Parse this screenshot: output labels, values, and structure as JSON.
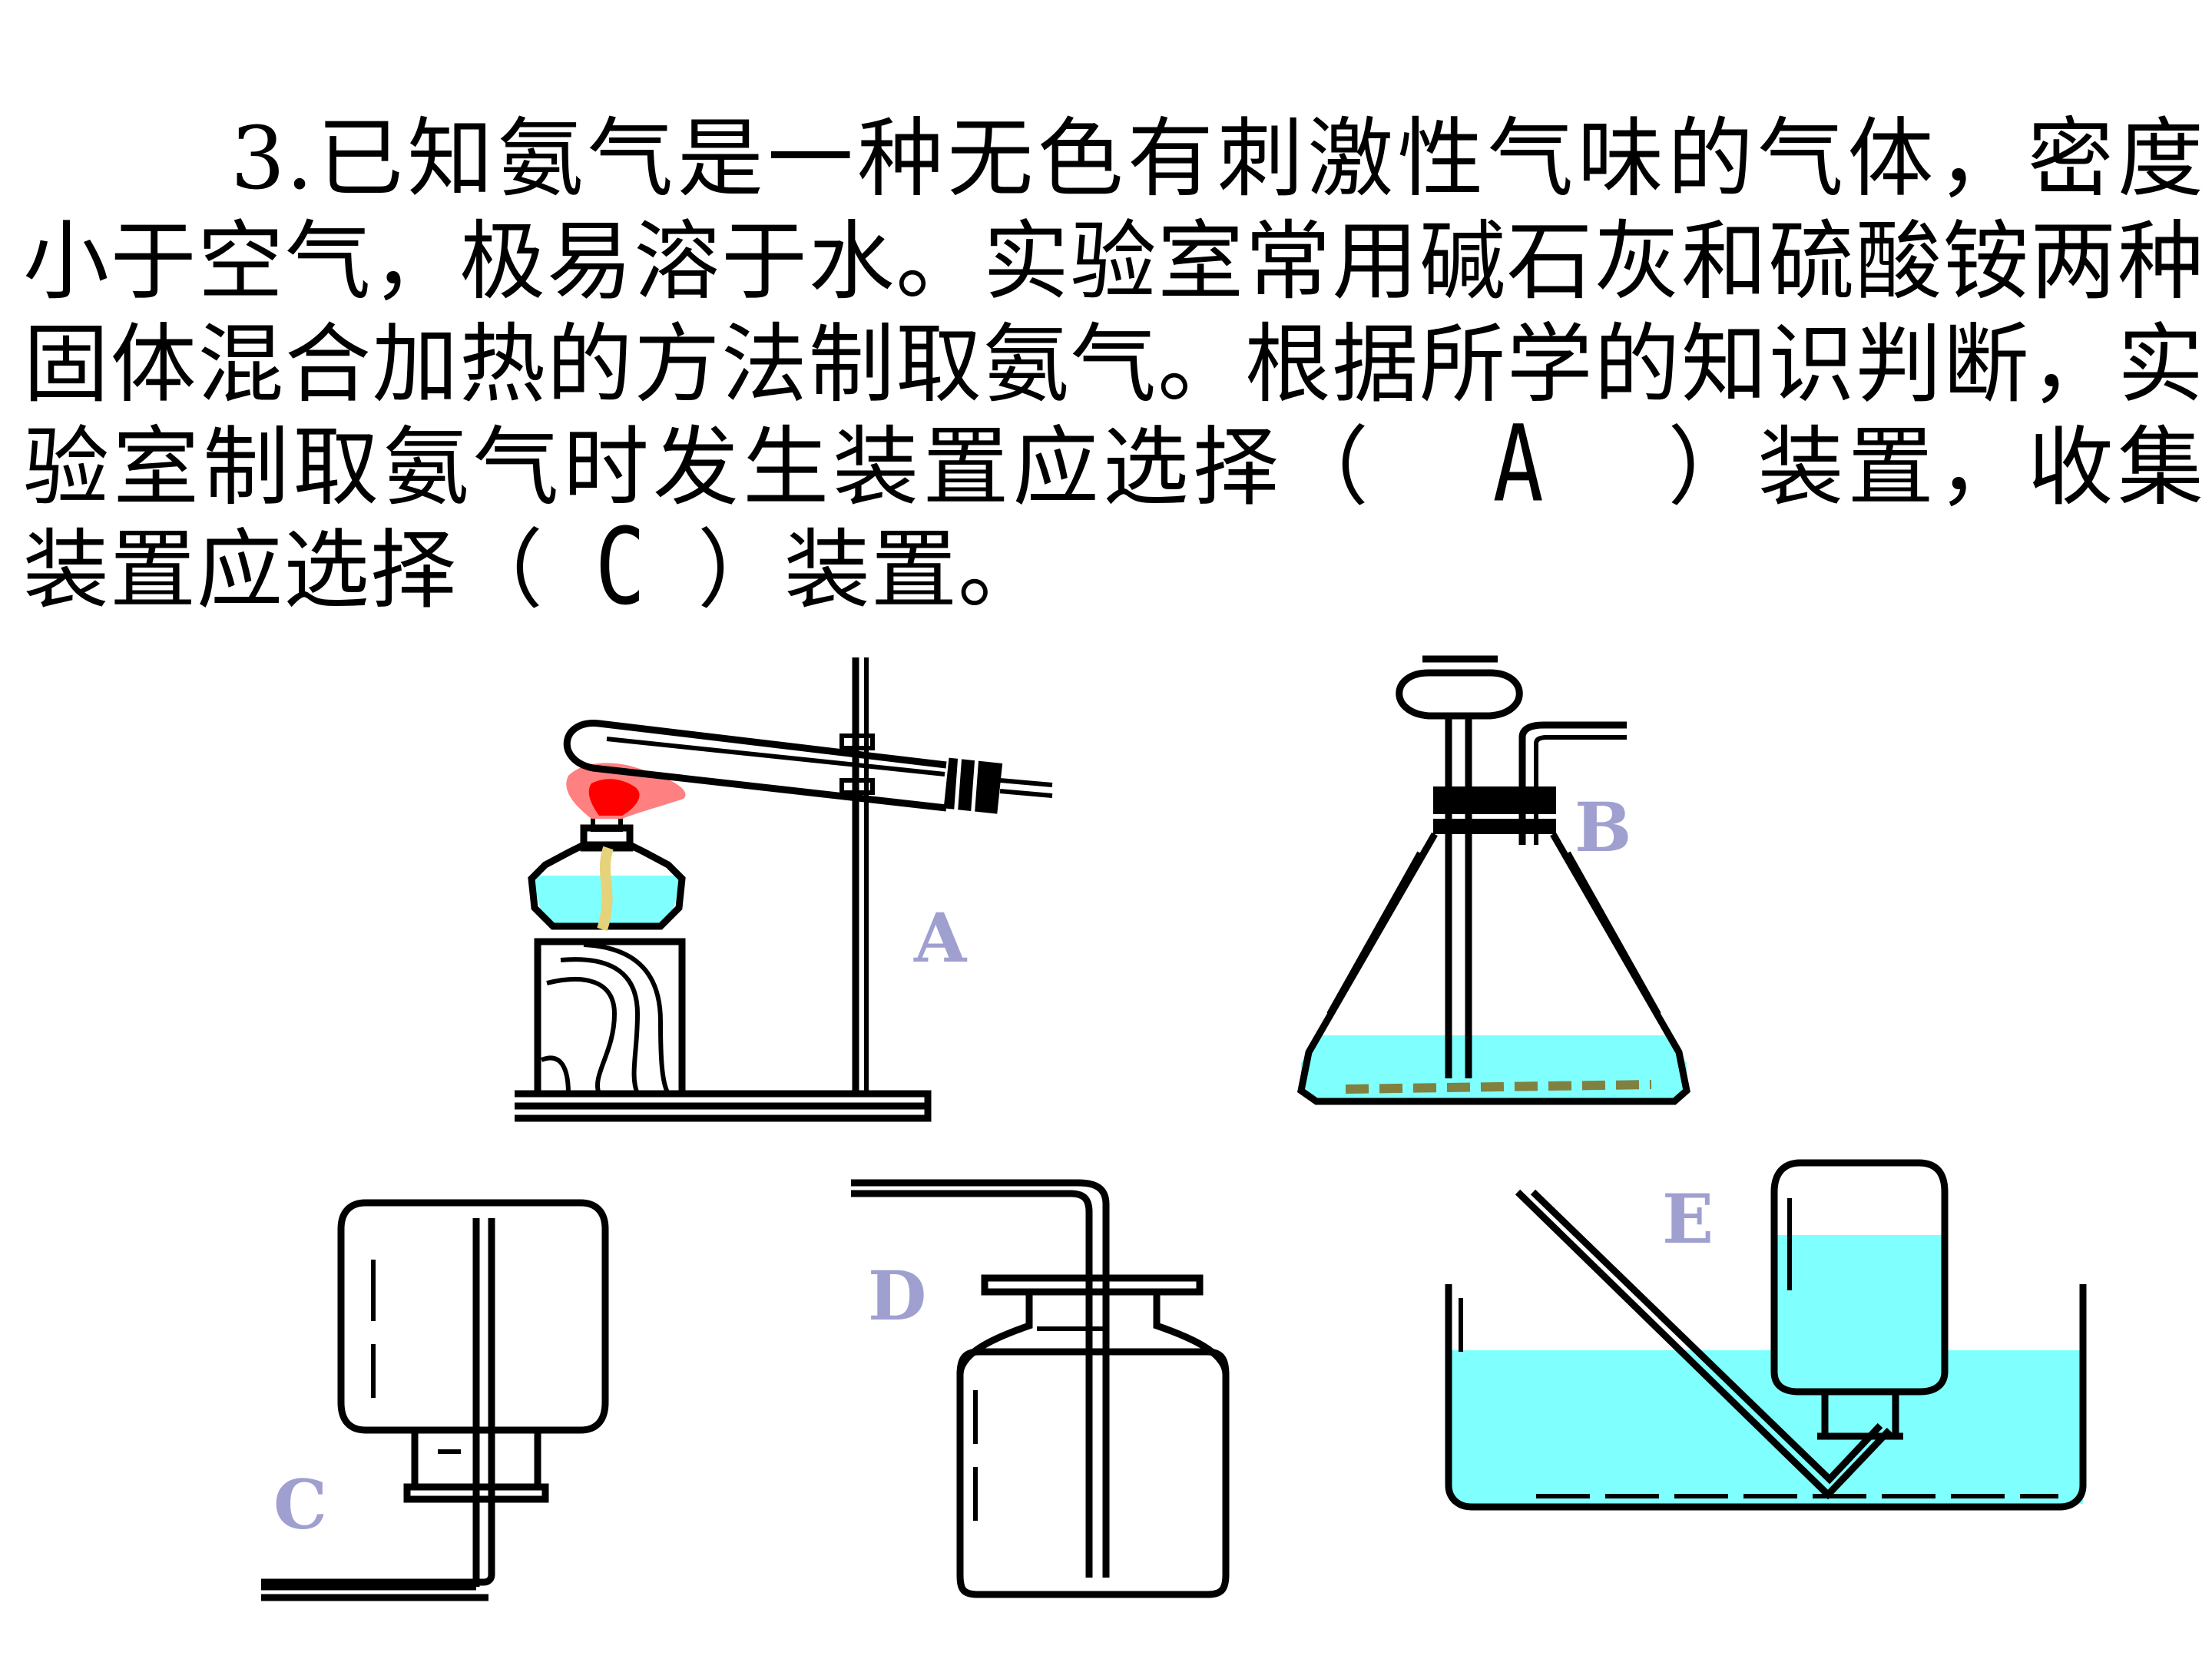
{
  "question": {
    "number": "3.",
    "part1": "已知氨气是一种无色有刺激性气味的气体，密度小于空气，极易溶于水。实验室常用碱石灰和硫酸铵两种固体混合加热的方法制取氨气。根据所学的知识判断，实验室制取氨气时发生装置应选择（",
    "answer_generate": "A",
    "part2": "）装置，收集装置应选择（",
    "answer_collect": "C",
    "part3": "）装置。"
  },
  "apparatus_labels": {
    "a": "A",
    "b": "B",
    "c": "C",
    "d": "D",
    "e": "E"
  },
  "colors": {
    "label": "#9fa0d0",
    "water": "#80ffff",
    "flame_red": "#ff0000",
    "flame_pink": "#ff8080",
    "wick": "#e6d27a",
    "sediment": "#808040",
    "line": "#000000"
  }
}
